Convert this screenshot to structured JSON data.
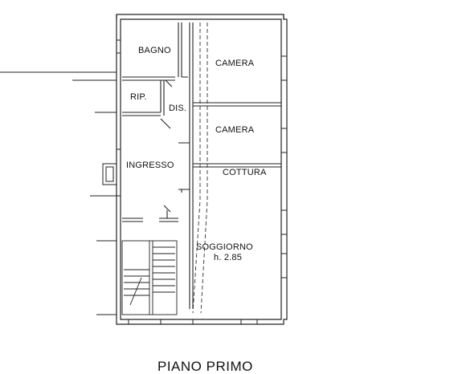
{
  "plan": {
    "title": "PIANO PRIMO",
    "rooms": {
      "bagno": "BAGNO",
      "camera_1": "CAMERA",
      "rip": "RIP.",
      "dis": "DIS.",
      "camera_2": "CAMERA",
      "ingresso": "INGRESSO",
      "cottura": "COTTURA",
      "soggiorno": "SOGGIORNO",
      "height": "h. 2.85"
    }
  }
}
